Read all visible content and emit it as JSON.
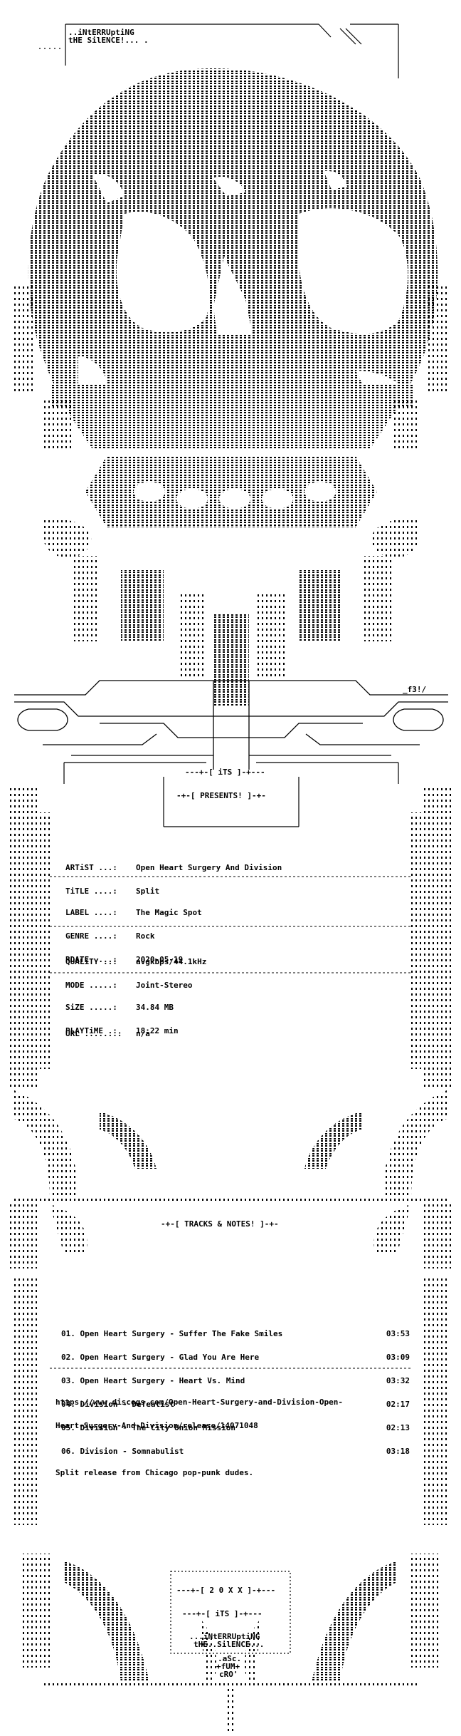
{
  "header": {
    "line1": "..iNtERRUptiNG",
    "line2": "tHE SilENCE!... ."
  },
  "presents": "-+-[ PRESENTS! ]-+-",
  "its": "---+-[ iTS ]-+---",
  "release": {
    "artist_label": "ARTiST ...:",
    "artist": "Open Heart Surgery And Division",
    "title_label": "TiTLE ....:",
    "title": "Split",
    "label_label": "LABEL ....:",
    "label": "The Magic Spot",
    "genre_label": "GENRE ....:",
    "genre": "Rock",
    "rdate_label": "RDATE ....:",
    "rdate": "2020-05-19",
    "quality_label": "QUALiTY ..:",
    "quality": "avgkbps/44.1kHz",
    "mode_label": "MODE .....:",
    "mode": "Joint-Stereo",
    "size_label": "SiZE .....:",
    "size": "34.84 MB",
    "playtime_label": "PLAYTiME .:",
    "playtime": "18:22 min",
    "url_label": "URL .......:",
    "url": "n/a"
  },
  "tracks_heading": "-+-[ TRACKS & NOTES! ]-+-",
  "tracks": [
    {
      "title": "01. Open Heart Surgery - Suffer The Fake Smiles",
      "time": "03:53"
    },
    {
      "title": "02. Open Heart Surgery - Glad You Are Here",
      "time": "03:09"
    },
    {
      "title": "03. Open Heart Surgery - Heart Vs. Mind",
      "time": "03:32"
    },
    {
      "title": "04. Division - Defeatist",
      "time": "02:17"
    },
    {
      "title": "05. Division - The City Union Mission",
      "time": "02:13"
    },
    {
      "title": "06. Division - Somnabulist",
      "time": "03:18"
    }
  ],
  "notes": {
    "link1": "https://www.discogs.com/Open-Heart-Surgery-and-Division-Open-",
    "link2": "Heart-Surgery-And-Division/release/14071048",
    "text": "Split release from Chicago pop-punk dudes."
  },
  "footer": {
    "year": "---+-[ 2 0 X X ]-+---",
    "its": "---+-[ iTS ]-+---",
    "line1": "...iNtERRUptiNG",
    "line2": "tHE..SilENCE...",
    "sig1": ".aSc.",
    "sig2": "+fUM+",
    "sig3": "cRO'",
    "tag": "_f3!/"
  },
  "colors": {
    "ink": "#000000",
    "background": "#ffffff"
  }
}
